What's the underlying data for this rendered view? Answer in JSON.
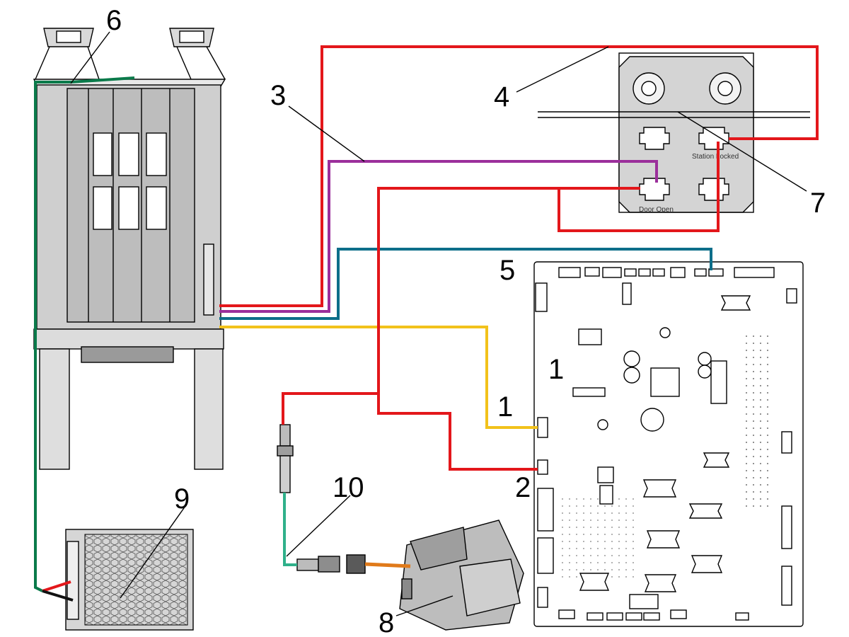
{
  "callouts": {
    "c1a": "1",
    "c1b": "1",
    "c2": "2",
    "c3": "3",
    "c4": "4",
    "c5": "5",
    "c6": "6",
    "c7": "7",
    "c8": "8",
    "c9": "9",
    "c10": "10"
  },
  "panel_labels": {
    "station_locked": "Station Locked",
    "door_open": "Door Open"
  },
  "wire_colors": {
    "red": "#e3171b",
    "purple": "#9b2f9b",
    "blue": "#0d6e8a",
    "yellow": "#f2c21b",
    "green": "#0a7a4a",
    "teal": "#2fb08a",
    "orange": "#e07a1a",
    "black": "#111111"
  }
}
